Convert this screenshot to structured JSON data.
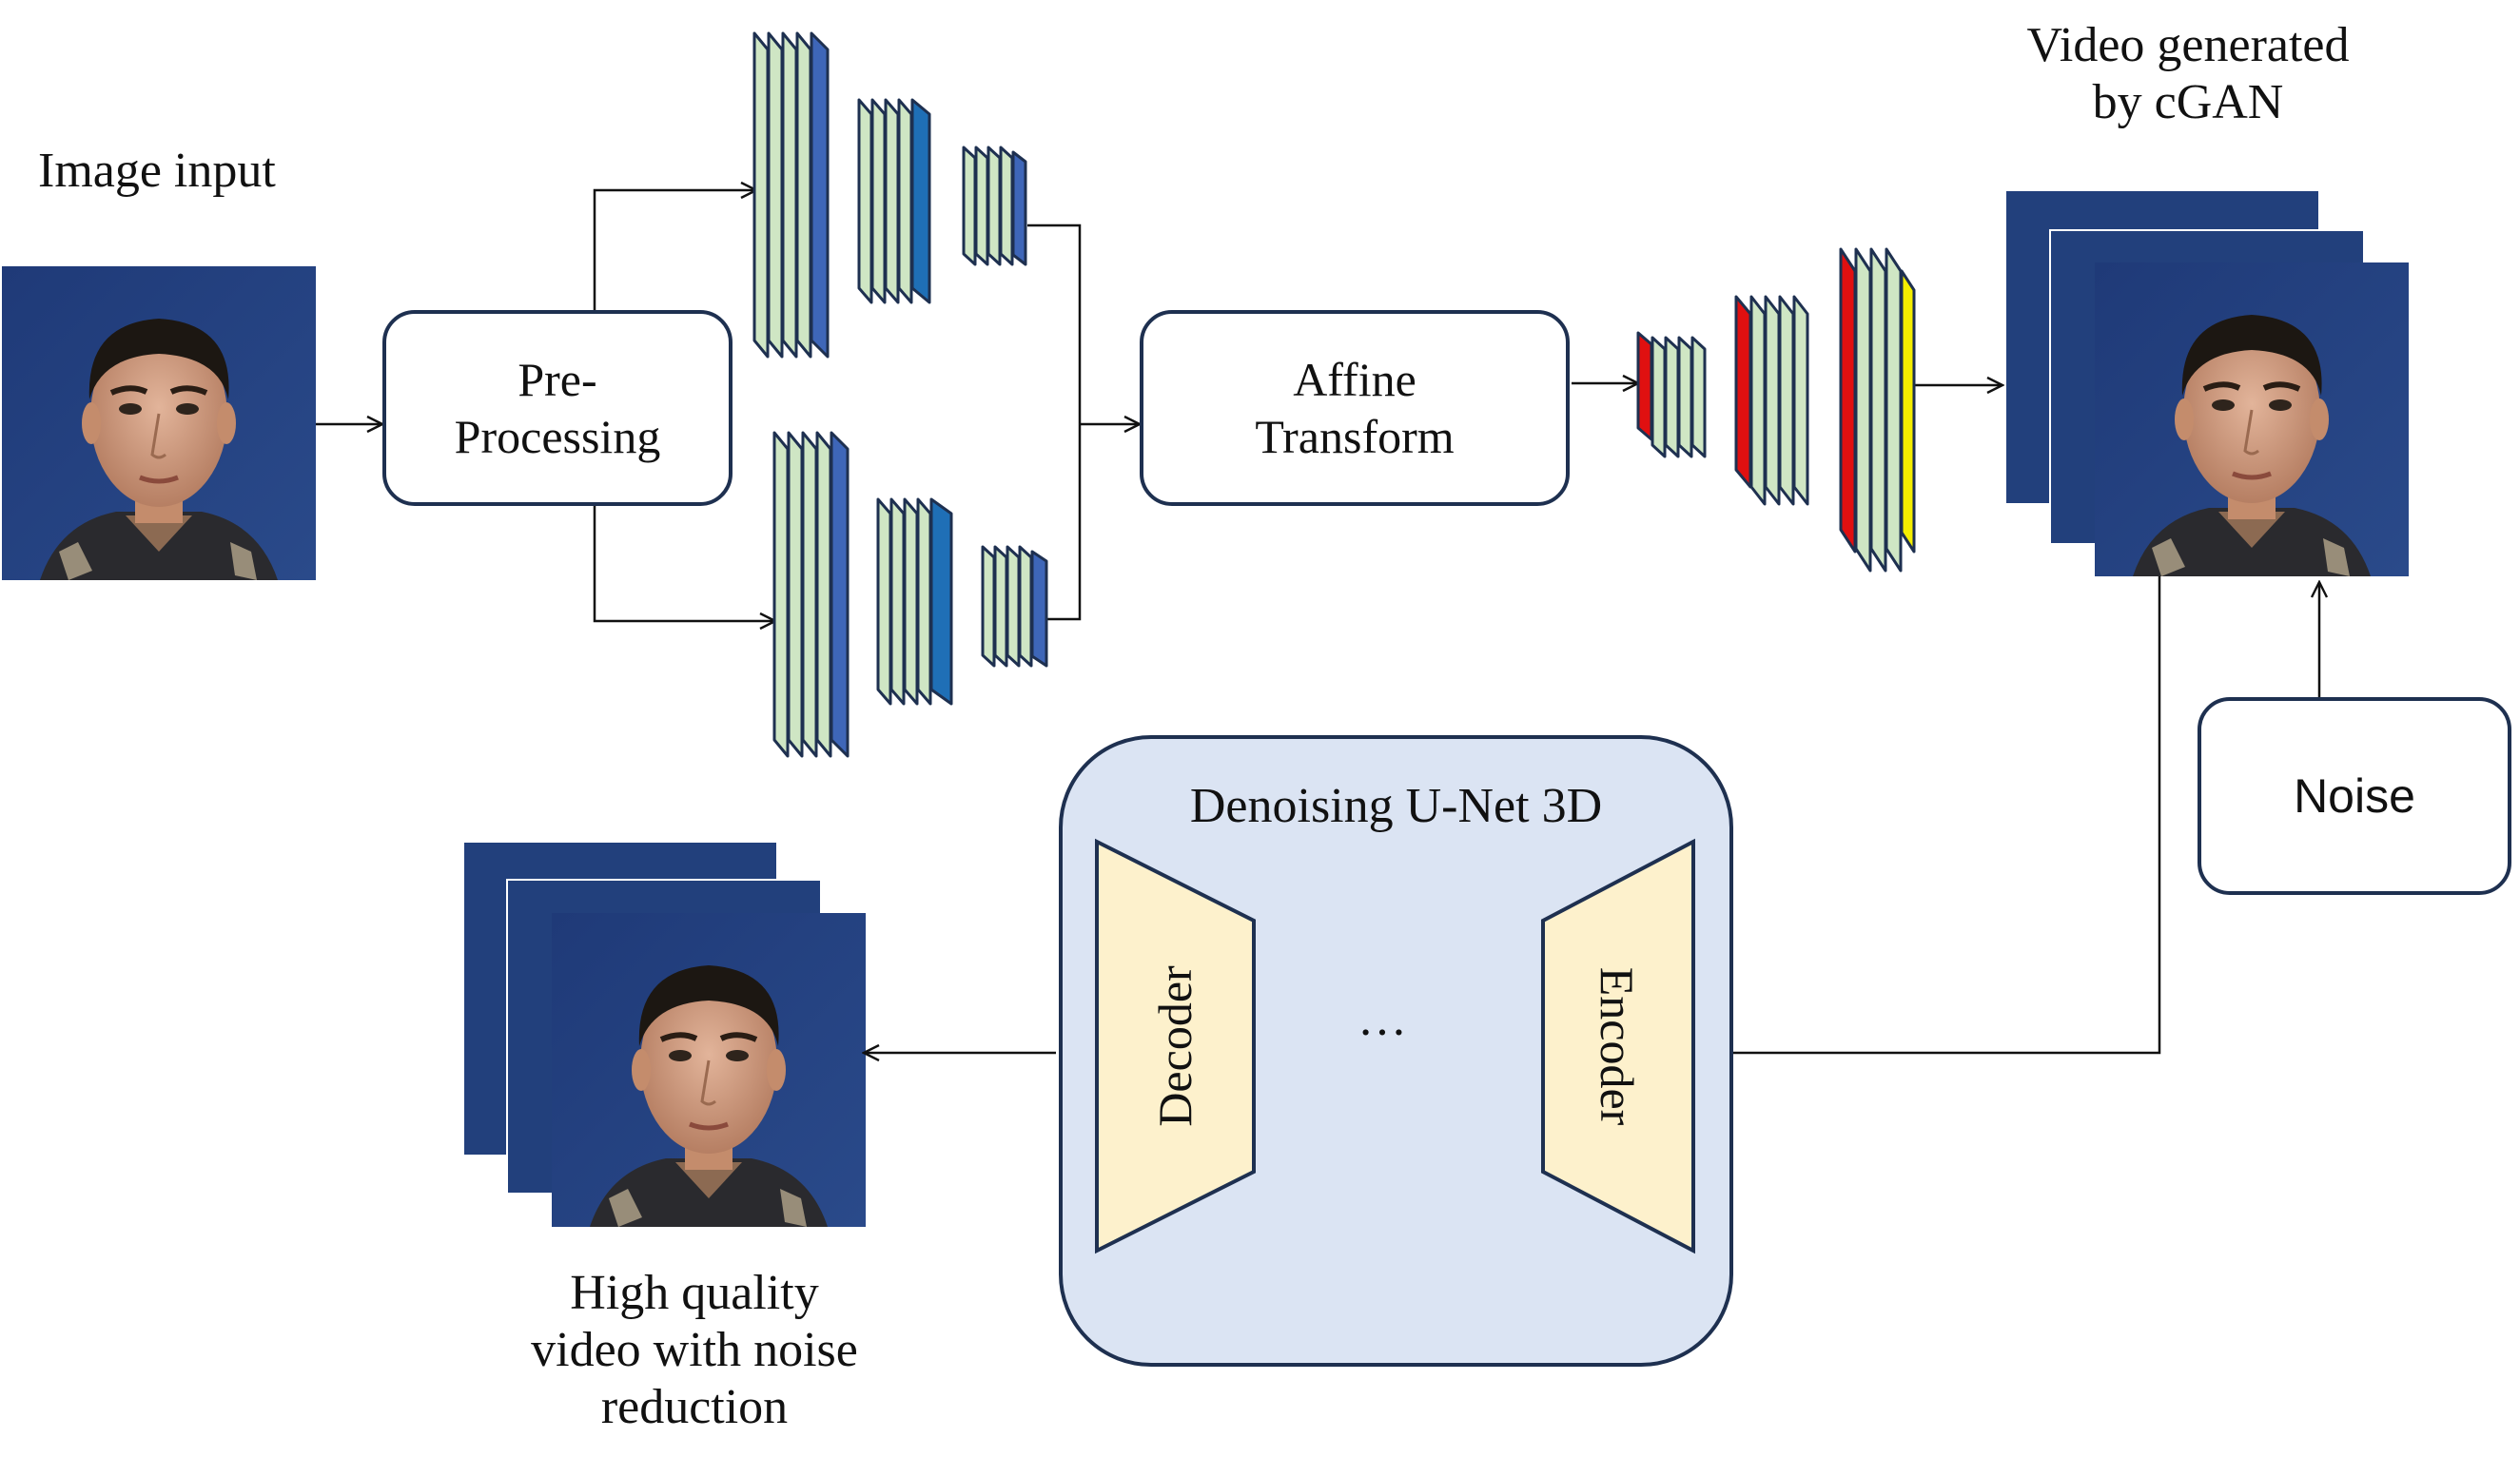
{
  "labels": {
    "image_input": "Image input",
    "video_generated": [
      "Video generated",
      "by cGAN"
    ],
    "high_quality": [
      "High quality",
      "video with noise",
      "reduction"
    ],
    "unet_title": "Denoising U-Net 3D"
  },
  "boxes": {
    "preprocessing": [
      "Pre-",
      "Processing"
    ],
    "affine": [
      "Affine",
      "Transform"
    ],
    "noise": "Noise"
  },
  "unet": {
    "decoder": "Decoder",
    "encoder": "Encoder",
    "ellipsis": "…"
  },
  "colors": {
    "layer_fill": "#cfe6c4",
    "layer_stroke": "#1e3050",
    "layer_edge_blue": "#3e66b8",
    "layer_edge_cyan": "#1f6fb6",
    "layer_edge_red": "#e01010",
    "layer_edge_yellow": "#f4ee00",
    "unet_bg": "#dbe4f3",
    "trapezoid_fill": "#fdf1cc",
    "photo_bg": "#243d78"
  }
}
